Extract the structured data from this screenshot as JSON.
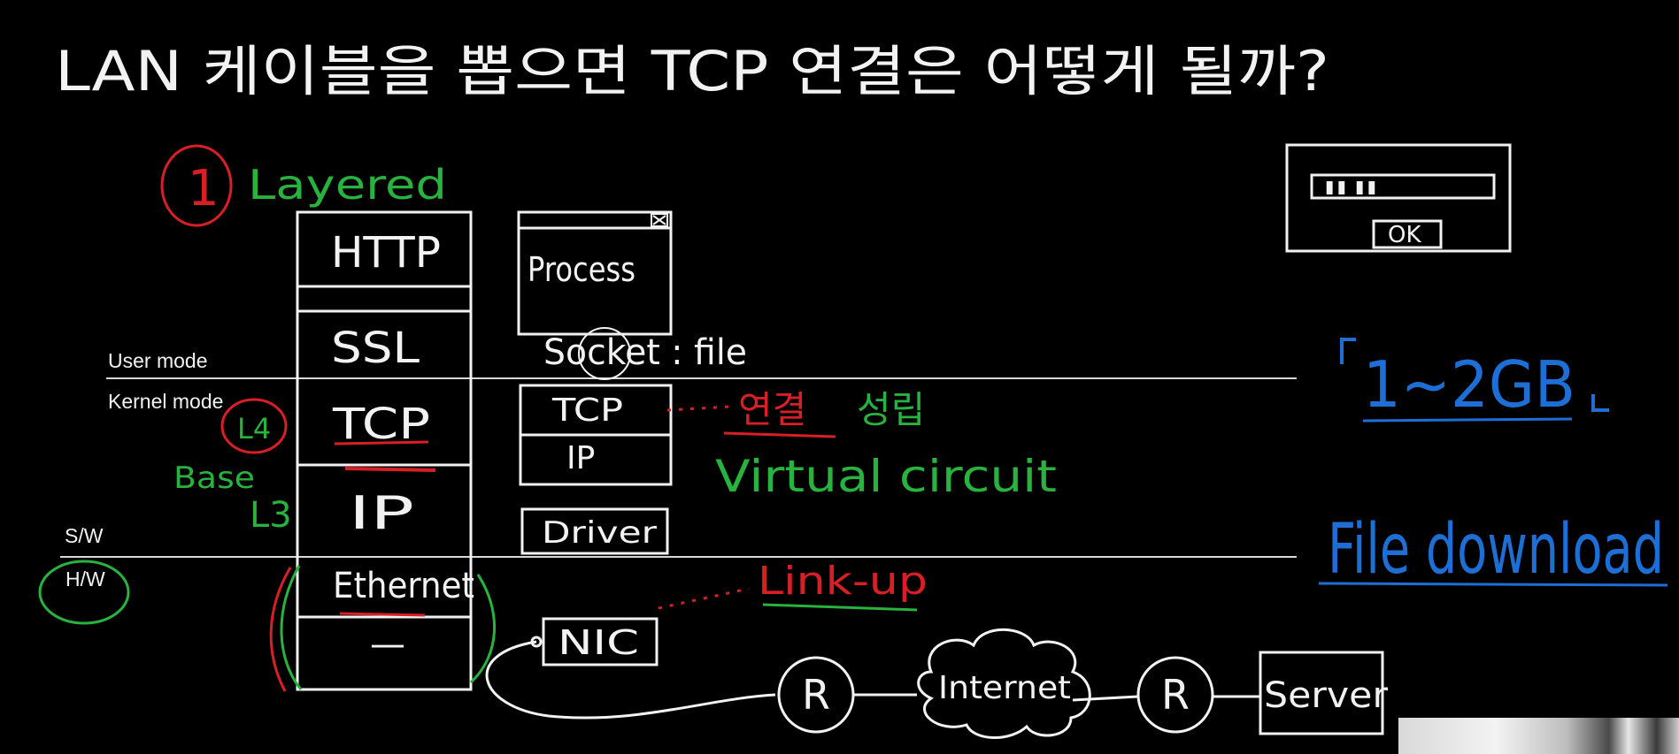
{
  "title": "LAN 케이블을 뽑으면 TCP 연결은 어떻게 될까?",
  "colors": {
    "background": "#000000",
    "chalk": "#f2f2f2",
    "red": "#d81f26",
    "green": "#27b33d",
    "blue": "#1d6fd6"
  },
  "markers": {
    "one": "1",
    "layered": "Layered"
  },
  "stack": {
    "layers": [
      "HTTP",
      "SSL",
      "TCP",
      "IP",
      "Ethernet",
      "—"
    ],
    "l4": "L4",
    "l3": "L3",
    "base": "Base"
  },
  "modes": {
    "user": "User mode",
    "kernel": "Kernel mode",
    "sw": "S/W",
    "hw": "H/W"
  },
  "host": {
    "process": "Process",
    "socket": "Socket : file",
    "tcp": "TCP",
    "ip": "IP",
    "driver": "Driver",
    "nic": "NIC"
  },
  "notes": {
    "connection": "연결",
    "establish": "성립",
    "virtual_circuit": "Virtual circuit",
    "link_up": "Link-up",
    "size": "1~2GB",
    "file_download": "File download"
  },
  "network": {
    "router_1": "R",
    "internet": "Internet",
    "router_2": "R",
    "server": "Server"
  },
  "dialog": {
    "progress_text": "ⅡⅡ",
    "ok": "OK"
  }
}
